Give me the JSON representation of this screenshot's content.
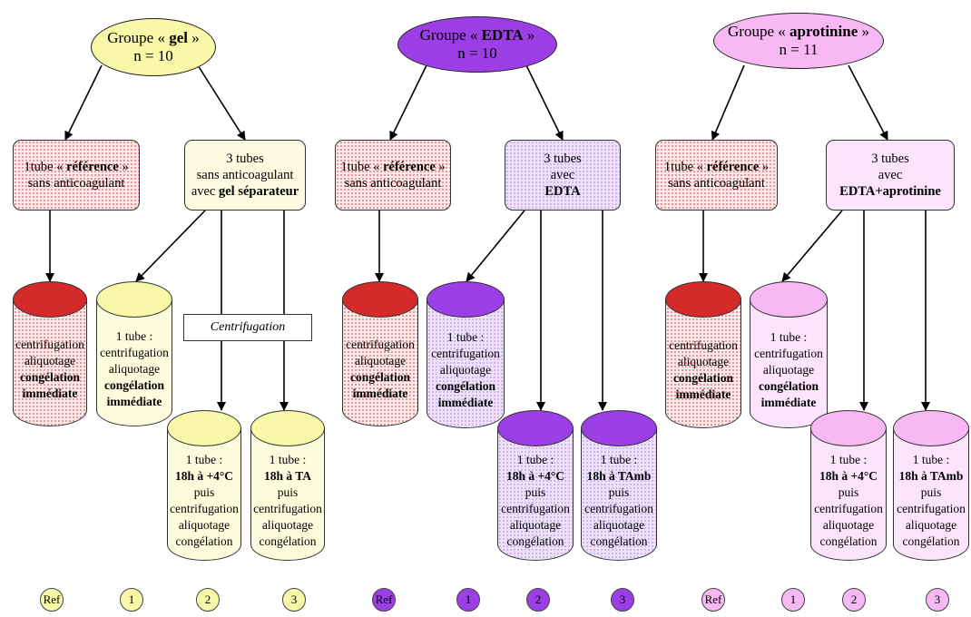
{
  "groups": {
    "gel": {
      "title_pre": "Groupe «",
      "title_bold": "gel",
      "title_post": "»",
      "n": "n = 10",
      "color": "#f8f8a8"
    },
    "edta": {
      "title_pre": "Groupe «",
      "title_bold": "EDTA",
      "title_post": "»",
      "n": "n = 10",
      "color": "#9b3ee6"
    },
    "aprotinine": {
      "title_pre": "Groupe «",
      "title_bold": "aprotinine",
      "title_post": "»",
      "n": "n = 11",
      "color": "#f7b8f3"
    }
  },
  "ref_box": {
    "pre": "1tube «",
    "bold": "référence",
    "post": "»",
    "line2": "sans anticoagulant"
  },
  "tubes_boxes": {
    "gel": {
      "line1": "3 tubes",
      "line2": "sans anticoagulant",
      "line3_pre": "avec ",
      "line3_bold": "gel séparateur"
    },
    "edta": {
      "line1": "3 tubes",
      "line2": "avec",
      "line3_bold": "EDTA"
    },
    "aprotinine": {
      "line1": "3 tubes",
      "line2": "avec",
      "line3_bold": "EDTA+aprotinine"
    }
  },
  "ref_cylinder": {
    "line1": "centrifugation",
    "line2": "aliquotage",
    "line3": "congélation",
    "line4": "immédiate"
  },
  "tube1_cylinder": {
    "line1": "1 tube :",
    "line2": "centrifugation",
    "line3": "aliquotage",
    "line4": "congélation",
    "line5": "immédiate"
  },
  "tube2_cylinder": {
    "line1": "1 tube :",
    "line2": "18h à +4°C",
    "line3": "puis",
    "line4": "centrifugation",
    "line5": "aliquotage",
    "line6": "congélation"
  },
  "tube3_cylinder": {
    "gel": {
      "line1": "1 tube :",
      "line2": "18h à TA",
      "line3": "puis",
      "line4": "centrifugation",
      "line5": "aliquotage",
      "line6": "congélation"
    },
    "edta": {
      "line1": "1 tube :",
      "line2": "18h à TAmb",
      "line3": "puis",
      "line4": "centrifugation",
      "line5": "aliquotage",
      "line6": "congélation"
    },
    "aprotinine": {
      "line1": "1 tube :",
      "line2": "18h à TAmb",
      "line3": "puis",
      "line4": "centrifugation",
      "line5": "aliquotage",
      "line6": "congélation"
    }
  },
  "centrifugation_label": "Centrifugation",
  "markers": [
    "Ref",
    "1",
    "2",
    "3"
  ],
  "colors": {
    "ref_top": "#d42a2a",
    "gel": "#f8f8a8",
    "gel_body": "#fcfcdc",
    "edta": "#9b3ee6",
    "edta_body": "#e4d0f8",
    "aprotinine": "#f7b8f3",
    "aprotinine_body": "#fde6fb",
    "ref_body": "#fbe9e9"
  }
}
